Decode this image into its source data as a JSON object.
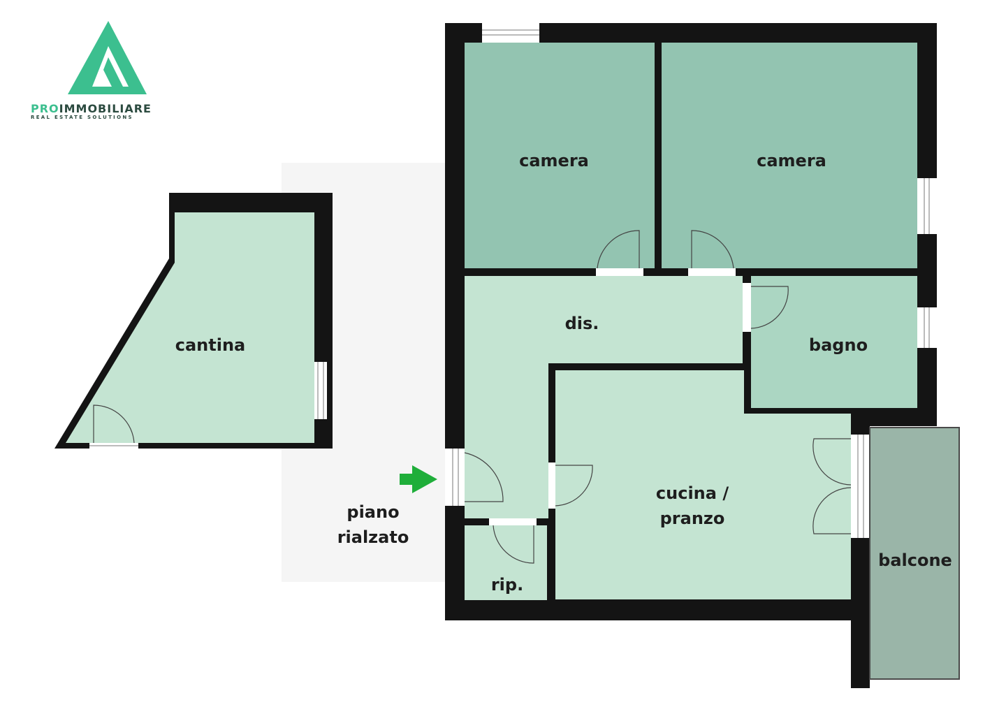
{
  "logo": {
    "brand_part1": "PRO",
    "brand_part2": "IMMOBILIARE",
    "tagline": "REAL ESTATE SOLUTIONS",
    "icon": "stylized-triangle-logo-icon"
  },
  "rooms": {
    "camera_left": "camera",
    "camera_right": "camera",
    "disimpegno": "dis.",
    "bagno": "bagno",
    "cucina_line1": "cucina /",
    "cucina_line2": "pranzo",
    "ripostiglio": "rip.",
    "balcone": "balcone",
    "cantina": "cantina"
  },
  "entrance": {
    "line1": "piano",
    "line2": "rialzato",
    "icon": "arrow-right-icon"
  },
  "colors": {
    "wall": "#141414",
    "room_dark": "#93c4b1",
    "room_light": "#c4e4d2",
    "balcony": "#9ab5a8",
    "accent_green": "#1fae3a",
    "brand": "#3cbf8f"
  }
}
